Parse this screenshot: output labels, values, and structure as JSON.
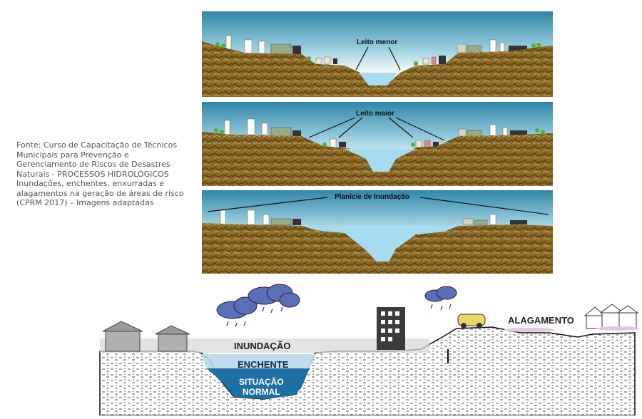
{
  "source_caption": "Fonte: Curso de Capacitação de Técnicos Municipais para Prevenção e Gerenciamento de Riscos de Desastres Naturais - PROCESSOS HIDROLÓGICOS Inundações, enchentes, enxurradas e alagamentos na geração de áreas de risco (CPRM 2017) – Imagens adaptadas",
  "panels": {
    "top_label": "Leito menor",
    "middle_label": "Leito maior",
    "bottom_label": "Planície de Inundação"
  },
  "flood_diagram": {
    "inundacao_label": "INUNDAÇÃO",
    "enchente_label": "ENCHENTE",
    "normal_label_line1": "SITUAÇÃO",
    "normal_label_line2": "NORMAL",
    "alagamento_label": "ALAGAMENTO"
  },
  "colors": {
    "sky_top": "#3a8fb0",
    "sky_light": "#eef6f8",
    "soil": "#8a6a2a",
    "water": "#a6dbf0",
    "deep_water": "#1d6fa6",
    "flood_band": "#d9d9d9",
    "enchente_band": "#b8d9ea"
  }
}
